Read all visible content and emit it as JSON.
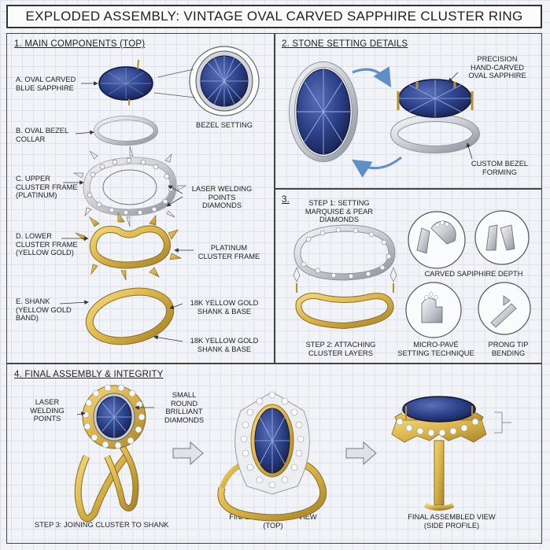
{
  "title": "EXPLODED ASSEMBLY: VINTAGE OVAL CARVED SAPPHIRE CLUSTER RING",
  "colors": {
    "sapphire": "#2b3f86",
    "gold": "#d8b248",
    "platinum": "#c9ccd2",
    "arrow": "#5f8fc4"
  },
  "panel1": {
    "title": "1. MAIN COMPONENTS (TOP)",
    "left_labels": [
      [
        "A. OVAL CARVED",
        "BLUE SAPPHIRE"
      ],
      [
        "B. OVAL BEZEL",
        "COLLAR"
      ],
      [
        "C. UPPER",
        "CLUSTER FRAME",
        "(PLATINUM)"
      ],
      [
        "D. LOWER",
        "CLUSTER FRAME",
        "(YELLOW GOLD)"
      ],
      [
        "E. SHANK",
        "(YELLOW GOLD",
        "BAND)"
      ]
    ],
    "right_labels": [
      [
        "BEZEL SETTING"
      ],
      [
        "LASER WELDING",
        "POINTS",
        "DIAMONDS"
      ],
      [
        "PLATINUM",
        "CLUSTER FRAME"
      ],
      [
        "18K YELLOW GOLD",
        "SHANK & BASE"
      ],
      [
        "18K YELLOW GOLD",
        "SHANK & BASE"
      ]
    ]
  },
  "panel2": {
    "title": "2. STONE SETTING DETAILS",
    "labels": [
      [
        "PRECISION",
        "HAND-CARVED",
        "OVAL SAPPHIRE"
      ],
      [
        "CUSTOM BEZEL",
        "FORMING"
      ]
    ]
  },
  "panel3": {
    "number": "3.",
    "step1": [
      "STEP 1: SETTING",
      "MARQUISE & PEAR",
      "DIAMONDS"
    ],
    "step2": [
      "STEP 2: ATTACHING",
      "CLUSTER LAYERS"
    ],
    "details": [
      "CARVED  SAPIPHIRE DEPTH",
      "MICRO-PAVÉ",
      "SETTING TECHNIQUE",
      "PRONG TIP",
      "BENDING"
    ]
  },
  "panel4": {
    "title": "4. FINAL ASSEMBLY & INTEGRITY",
    "labels": {
      "laser": [
        "LASER",
        "WELDING",
        "POINTS"
      ],
      "small": [
        "SMALL",
        "ROUND",
        "BRILLIANT",
        "DIAMONDS"
      ],
      "step3": "STEP 3: JOINING CLUSTER TO SHANK",
      "top_view": [
        "FINAL ASSEMBLED VIEW",
        "(TOP)"
      ],
      "side_view": [
        "FINAL ASSEMBLED VIEW",
        "(SIDE PROFILE)"
      ]
    }
  }
}
